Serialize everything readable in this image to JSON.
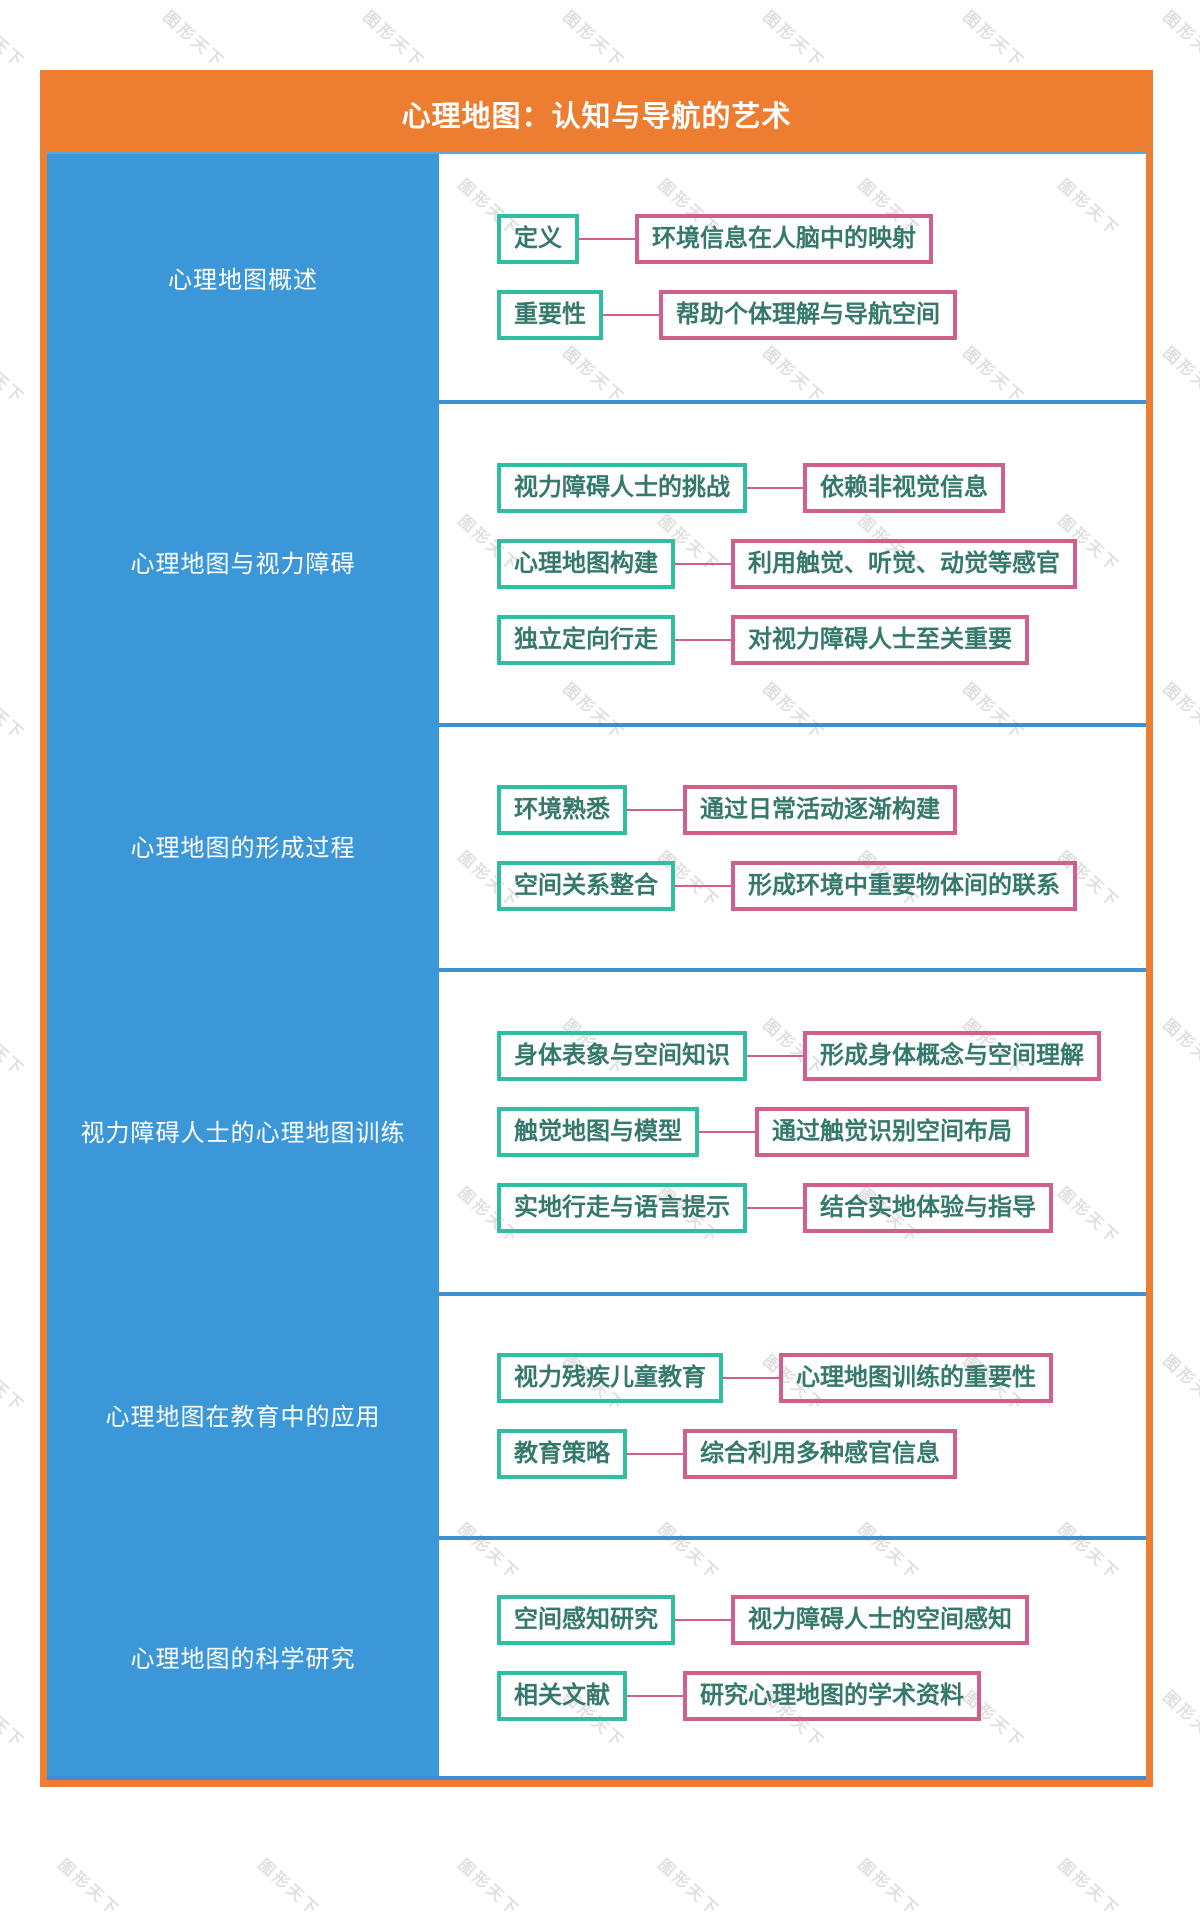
{
  "title": "心理地图：认知与导航的艺术",
  "watermark": {
    "text": "图形天下"
  },
  "colors": {
    "frame_orange": "#EC7D31",
    "sidebar_blue": "#3B97D8",
    "divider_blue": "#3E8FD0",
    "topic_border_green": "#2FBEA1",
    "detail_border_pink": "#D15F8B",
    "node_text_green": "#35796C",
    "title_text": "#FFFFFF",
    "watermark_gray": "#E0E0E0"
  },
  "sections": [
    {
      "label": "心理地图概述",
      "rows": [
        {
          "topic": "定义",
          "detail": "环境信息在人脑中的映射"
        },
        {
          "topic": "重要性",
          "detail": "帮助个体理解与导航空间"
        }
      ]
    },
    {
      "label": "心理地图与视力障碍",
      "rows": [
        {
          "topic": "视力障碍人士的挑战",
          "detail": "依赖非视觉信息"
        },
        {
          "topic": "心理地图构建",
          "detail": "利用触觉、听觉、动觉等感官"
        },
        {
          "topic": "独立定向行走",
          "detail": "对视力障碍人士至关重要"
        }
      ]
    },
    {
      "label": "心理地图的形成过程",
      "rows": [
        {
          "topic": "环境熟悉",
          "detail": "通过日常活动逐渐构建"
        },
        {
          "topic": "空间关系整合",
          "detail": "形成环境中重要物体间的联系"
        }
      ]
    },
    {
      "label": "视力障碍人士的心理地图训练",
      "rows": [
        {
          "topic": "身体表象与空间知识",
          "detail": "形成身体概念与空间理解"
        },
        {
          "topic": "触觉地图与模型",
          "detail": "通过触觉识别空间布局"
        },
        {
          "topic": "实地行走与语言提示",
          "detail": "结合实地体验与指导"
        }
      ]
    },
    {
      "label": "心理地图在教育中的应用",
      "rows": [
        {
          "topic": "视力残疾儿童教育",
          "detail": "心理地图训练的重要性"
        },
        {
          "topic": "教育策略",
          "detail": "综合利用多种感官信息"
        }
      ]
    },
    {
      "label": "心理地图的科学研究",
      "rows": [
        {
          "topic": "空间感知研究",
          "detail": "视力障碍人士的空间感知"
        },
        {
          "topic": "相关文献",
          "detail": "研究心理地图的学术资料"
        }
      ]
    }
  ]
}
